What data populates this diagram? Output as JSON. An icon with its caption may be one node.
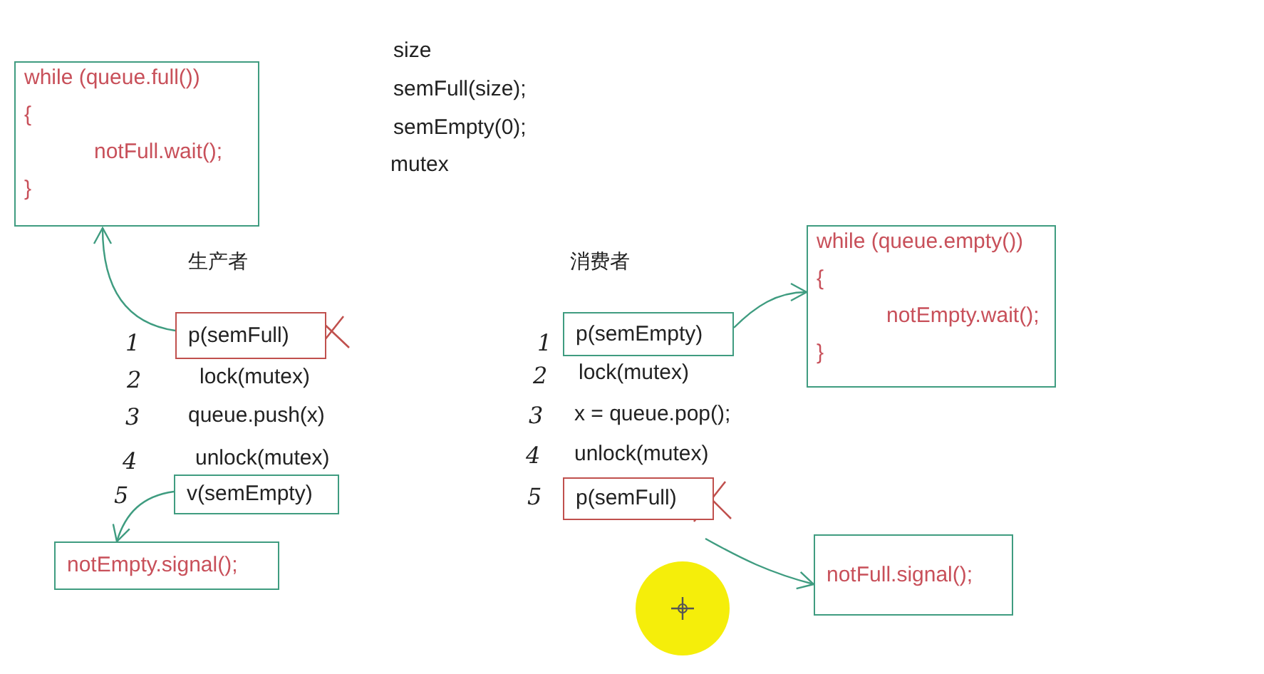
{
  "diagram": {
    "nodes": [
      {
        "text": [
          "while (queue.full())",
          "{",
          "notFull.wait();",
          "}"
        ]
      },
      {
        "text": [
          "p(semFull)"
        ]
      },
      {
        "text": [
          "v(semEmpty)"
        ]
      },
      {
        "text": [
          "notEmpty.signal();"
        ]
      },
      {
        "text": [
          "while (queue.empty())",
          "{",
          "notEmpty.wait();",
          "}"
        ]
      },
      {
        "text": [
          "p(semEmpty)"
        ]
      },
      {
        "text": [
          "p(semFull)"
        ]
      },
      {
        "text": [
          "notFull.signal();"
        ]
      }
    ],
    "edges": [
      {
        "from": 1,
        "to": 0,
        "arrow": "to"
      },
      {
        "from": 2,
        "to": 3,
        "arrow": "to"
      },
      {
        "from": 5,
        "to": 4,
        "arrow": "to"
      },
      {
        "from": 6,
        "to": 7,
        "arrow": "to"
      }
    ],
    "labels": [
      "size",
      "semFull(size);",
      "semEmpty(0);",
      "mutex",
      "生产者",
      "消费者",
      "1",
      "1",
      "2",
      "lock(mutex)",
      "2",
      "lock(mutex)",
      "3",
      "queue.push(x)",
      "3",
      "x = queue.pop();",
      "4",
      "unlock(mutex)",
      "4",
      "unlock(mutex)",
      "5",
      "5"
    ]
  }
}
